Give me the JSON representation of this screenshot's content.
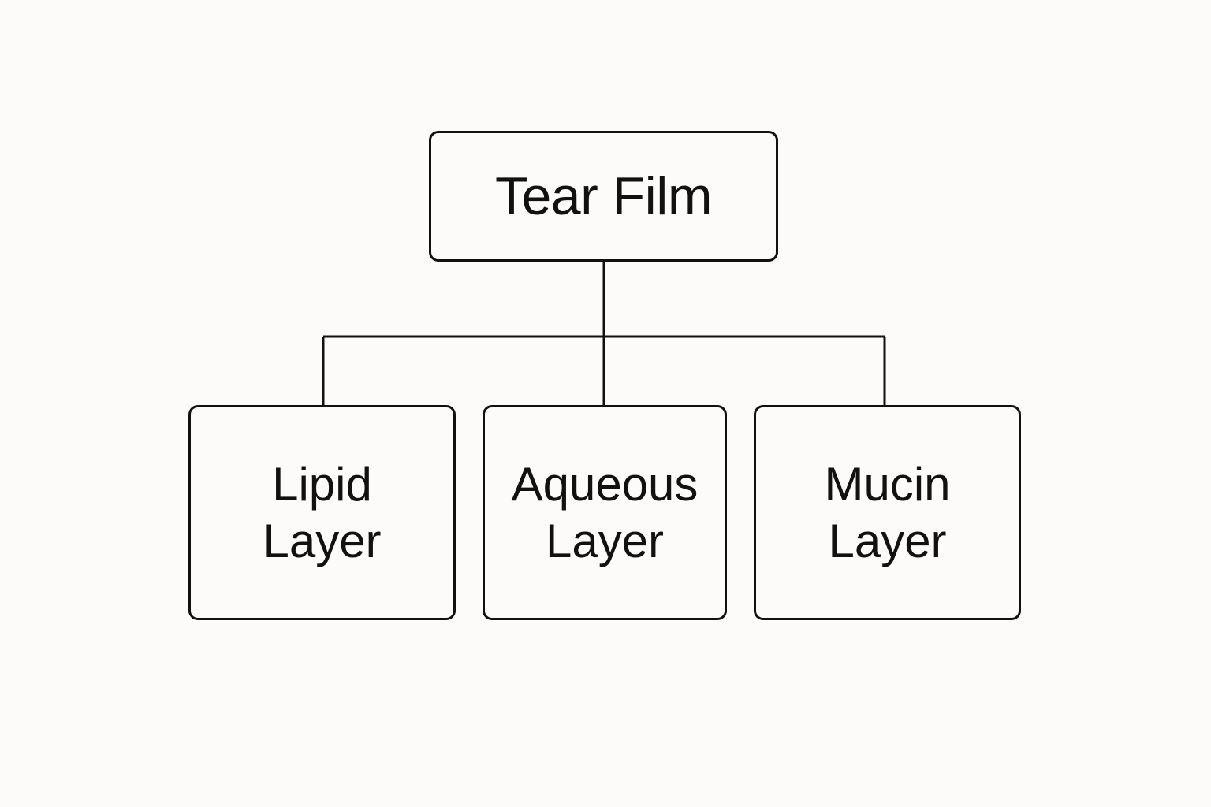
{
  "diagram": {
    "type": "hierarchy",
    "colors": {
      "background": "#fcfbf9",
      "stroke": "#111111",
      "text": "#111111"
    },
    "root": {
      "label": "Tear Film"
    },
    "children": [
      {
        "label": "Lipid\nLayer"
      },
      {
        "label": "Aqueous\nLayer"
      },
      {
        "label": "Mucin\nLayer"
      }
    ]
  }
}
